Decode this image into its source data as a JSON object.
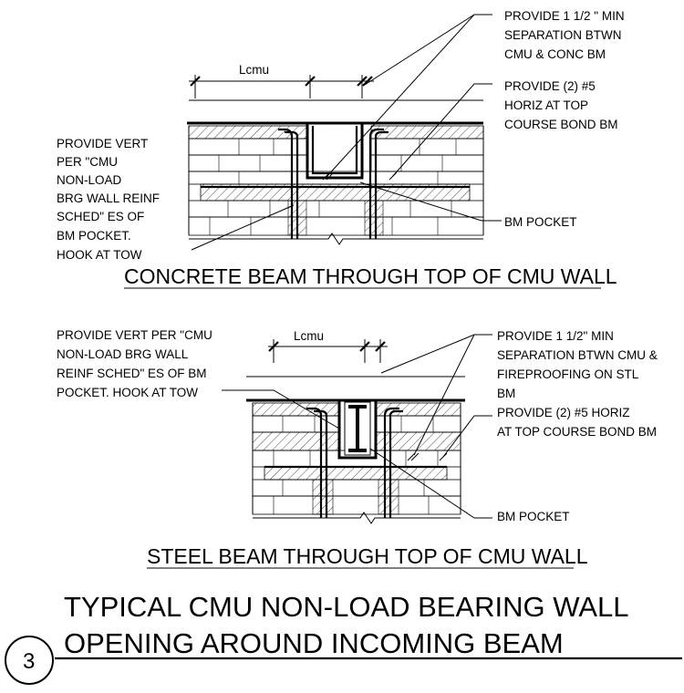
{
  "detail1": {
    "dim_label": "Lcmu",
    "notes_right": [
      "PROVIDE 1 1/2    \" MIN",
      "SEPARATION BTWN",
      "CMU & CONC BM",
      "PROVIDE (2) #5",
      "HORIZ AT TOP",
      "COURSE BOND BM"
    ],
    "notes_left": [
      "PROVIDE VERT",
      "PER \"CMU",
      "NON-LOAD",
      "BRG WALL REINF",
      "SCHED\" ES OF",
      "BM POCKET.",
      "HOOK AT TOW"
    ],
    "pocket_label": "BM POCKET",
    "title": "CONCRETE BEAM THROUGH TOP OF CMU WALL"
  },
  "detail2": {
    "dim_label": "Lcmu",
    "notes_left": [
      "PROVIDE VERT PER \"CMU",
      "NON-LOAD BRG WALL",
      "REINF SCHED\" ES OF BM",
      "POCKET. HOOK AT TOW"
    ],
    "notes_right": [
      "PROVIDE 1 1/2\" MIN",
      "SEPARATION BTWN CMU &",
      "FIREPROOFING ON STL",
      "BM",
      "PROVIDE (2) #5 HORIZ",
      "AT TOP COURSE BOND BM"
    ],
    "pocket_label": "BM POCKET",
    "title": "STEEL BEAM THROUGH TOP OF CMU WALL"
  },
  "main_title": {
    "line1": "TYPICAL CMU NON-LOAD BEARING WALL",
    "line2": "OPENING AROUND INCOMING BEAM"
  },
  "detail_number": "3"
}
